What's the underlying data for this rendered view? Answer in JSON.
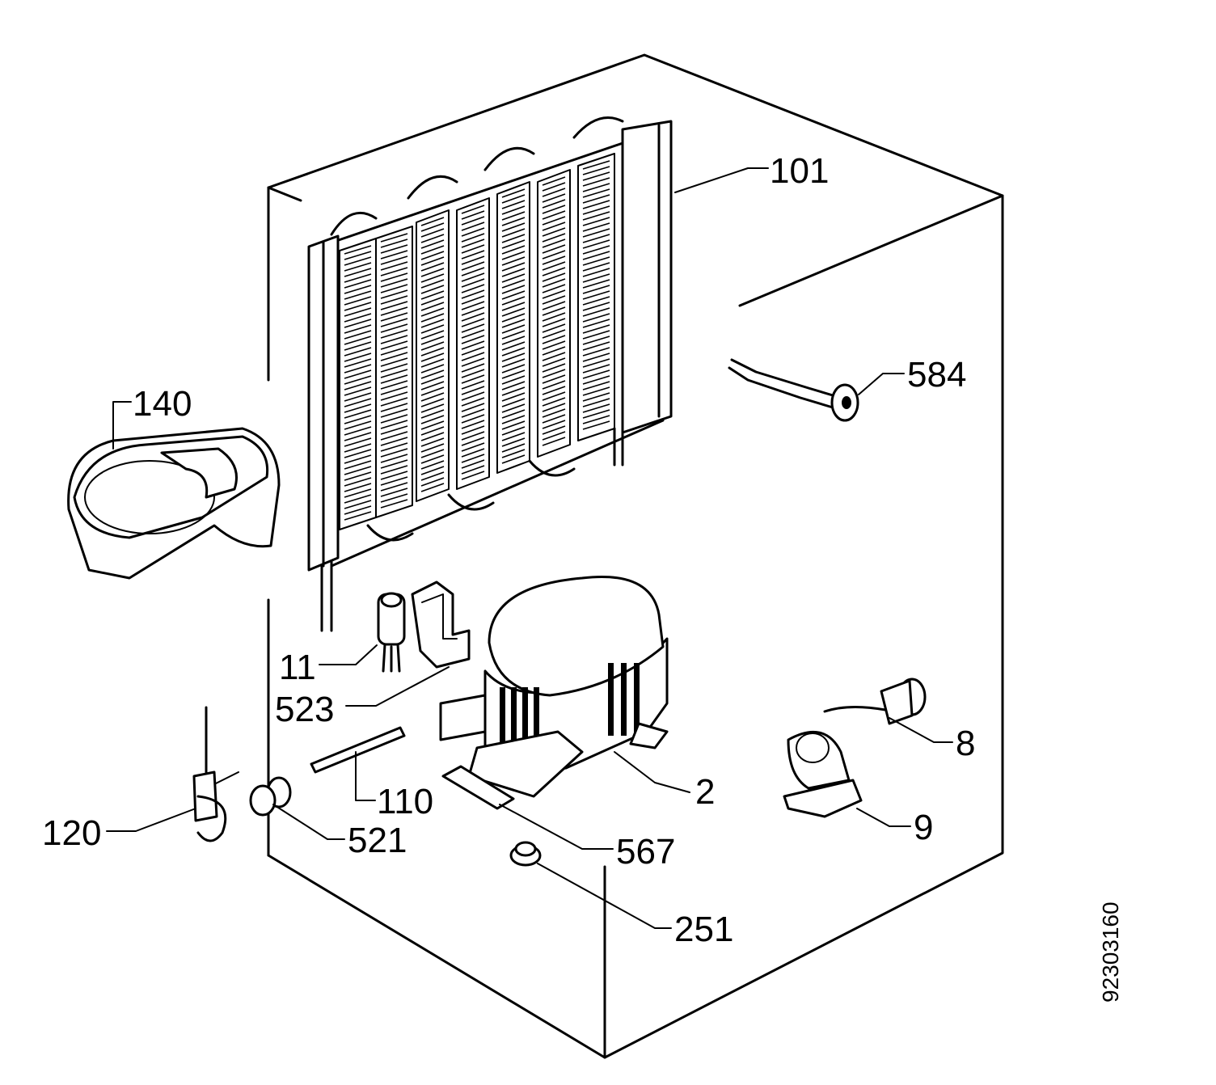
{
  "diagram": {
    "part_labels": [
      "101",
      "584",
      "140",
      "11",
      "523",
      "110",
      "2",
      "8",
      "9",
      "567",
      "120",
      "521",
      "251"
    ],
    "drawing_code": "92303160"
  }
}
